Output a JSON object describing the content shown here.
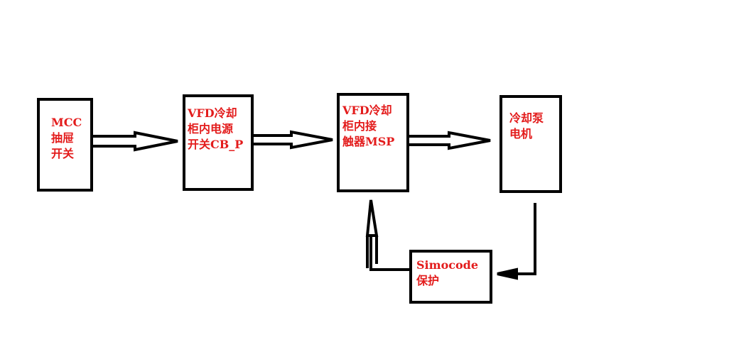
{
  "diagram": {
    "nodes": [
      {
        "id": "mcc",
        "label": "MCC\n抽屉\n开关"
      },
      {
        "id": "vfd_cb",
        "label": "VFD冷却\n柜内电源\n开关CB_P"
      },
      {
        "id": "vfd_msp",
        "label": "VFD冷却\n柜内接\n触器MSP"
      },
      {
        "id": "pump",
        "label": "冷却泵\n电机"
      },
      {
        "id": "simocode",
        "label": "Simocode\n保护"
      }
    ]
  }
}
